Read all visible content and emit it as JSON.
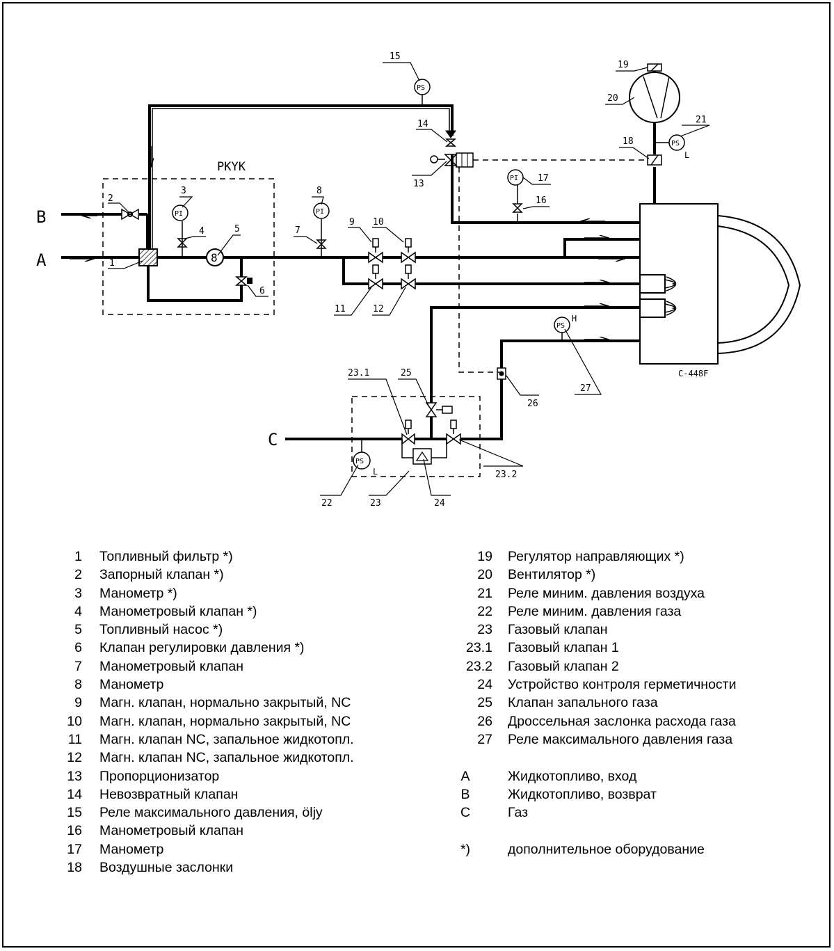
{
  "diagram": {
    "inputs": {
      "A": "A",
      "B": "B",
      "C": "C"
    },
    "box_label": "PKYK",
    "burner_label": "C-448F",
    "instrument_tags": {
      "pi": "PI",
      "ps": "PS"
    },
    "switch_marks": {
      "low": "L",
      "high": "H"
    },
    "callouts": [
      "1",
      "2",
      "3",
      "4",
      "5",
      "6",
      "7",
      "8",
      "9",
      "10",
      "11",
      "12",
      "13",
      "14",
      "15",
      "16",
      "17",
      "18",
      "19",
      "20",
      "21",
      "22",
      "23",
      "23.1",
      "23.2",
      "24",
      "25",
      "26",
      "27"
    ]
  },
  "legend": {
    "left": [
      {
        "num": "1",
        "text": "Топливный фильтр *)"
      },
      {
        "num": "2",
        "text": "Запорный клапан *)"
      },
      {
        "num": "3",
        "text": "Манометр *)"
      },
      {
        "num": "4",
        "text": "Манометровый клапан *)"
      },
      {
        "num": "5",
        "text": "Топливный насос *)"
      },
      {
        "num": "6",
        "text": "Клапан регулировки давления *)"
      },
      {
        "num": "7",
        "text": "Манометровый клапан"
      },
      {
        "num": "8",
        "text": "Манометр"
      },
      {
        "num": "9",
        "text": "Магн. клапан, нормально закрытый, NC"
      },
      {
        "num": "10",
        "text": "Магн. клапан, нормально закрытый, NC"
      },
      {
        "num": "11",
        "text": "Магн. клапан NC, запальное жидкотопл."
      },
      {
        "num": "12",
        "text": "Магн. клапан NC, запальное жидкотопл."
      },
      {
        "num": "13",
        "text": "Пропорционизатор"
      },
      {
        "num": "14",
        "text": "Невозвратный клапан"
      },
      {
        "num": "15",
        "text": "Реле максимального давления, öljy"
      },
      {
        "num": "16",
        "text": "Манометровый клапан"
      },
      {
        "num": "17",
        "text": "Манометр"
      },
      {
        "num": "18",
        "text": "Воздушные заслонки"
      }
    ],
    "right": [
      {
        "num": "19",
        "text": "Регулятор направляющих *)"
      },
      {
        "num": "20",
        "text": "Вентилятор *)"
      },
      {
        "num": "21",
        "text": "Реле миним. давления воздуха"
      },
      {
        "num": "22",
        "text": "Реле миним. давления газа"
      },
      {
        "num": "23",
        "text": "Газовый клапан"
      },
      {
        "num": "23.1",
        "text": "Газовый клапан 1"
      },
      {
        "num": "23.2",
        "text": "Газовый клапан 2"
      },
      {
        "num": "24",
        "text": "Устройство контроля герметичности"
      },
      {
        "num": "25",
        "text": "Клапан запального газа"
      },
      {
        "num": "26",
        "text": "Дроссельная заслонка расхода газа"
      },
      {
        "num": "27",
        "text": "Реле максимального давления газа"
      }
    ],
    "right_letters": [
      {
        "num": "A",
        "text": "Жидкотопливо, вход"
      },
      {
        "num": "B",
        "text": "Жидкотопливо, возврат"
      },
      {
        "num": "C",
        "text": "Газ"
      }
    ],
    "note": {
      "num": "*)",
      "text": "дополнительное оборудование"
    }
  }
}
